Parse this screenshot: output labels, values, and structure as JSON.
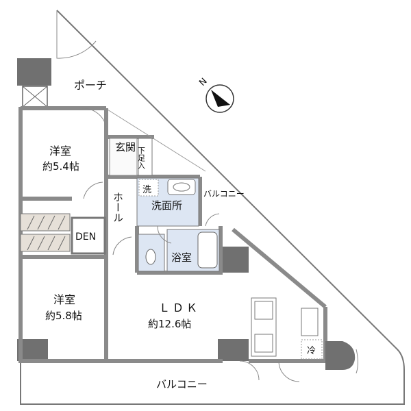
{
  "rooms": {
    "porch": "ポーチ",
    "western1_name": "洋室",
    "western1_size": "約5.4帖",
    "entrance": "玄関",
    "shoebox": "下足入",
    "hall": "ホール",
    "washroom": "洗面所",
    "washer": "洗",
    "balcony_side": "バルコニー",
    "den": "DEN",
    "bathroom": "浴室",
    "western2_name": "洋室",
    "western2_size": "約5.8帖",
    "ldk_name": "ＬＤＫ",
    "ldk_size": "約12.6帖",
    "fridge": "冷",
    "balcony_bottom": "バルコニー"
  },
  "compass": {
    "label": "N"
  },
  "colors": {
    "wall": "#8a8a8a",
    "pillar": "#707070",
    "wet_area": "#dde6f3",
    "storage": "#e6e0d8",
    "line": "#555555"
  }
}
